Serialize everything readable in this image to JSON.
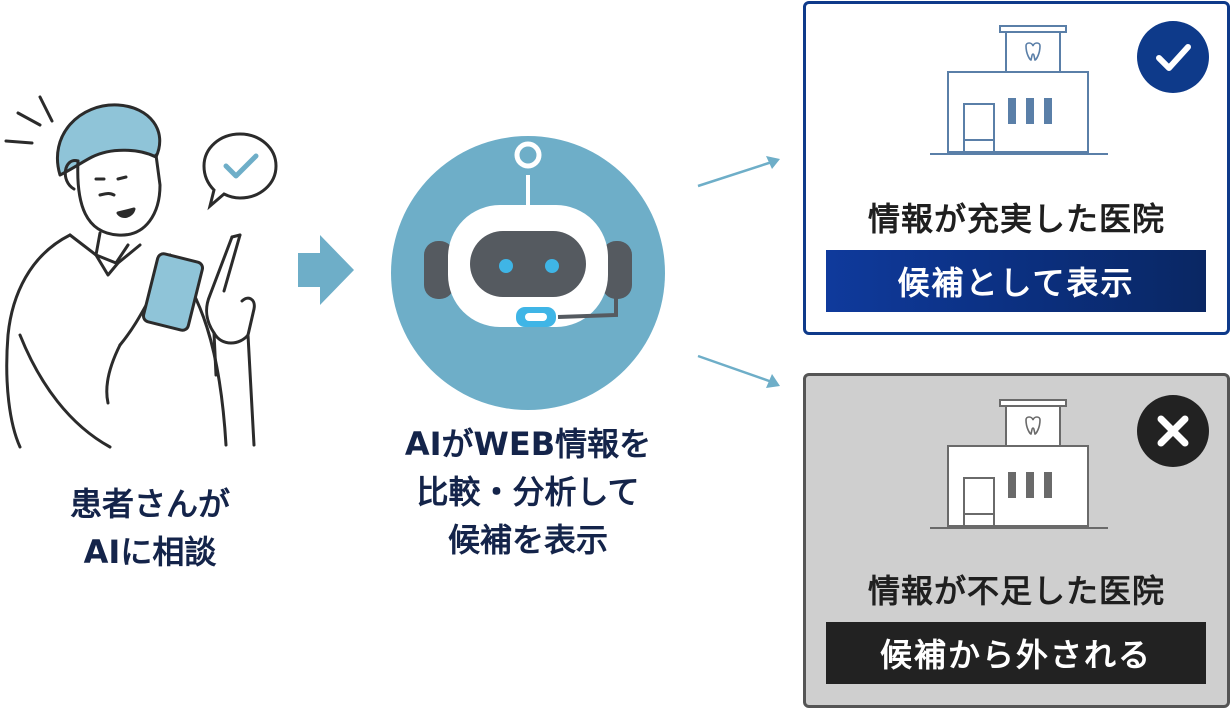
{
  "colors": {
    "navy_text": "#14244a",
    "accent_teal": "#6eaec8",
    "good_border": "#0e3a8a",
    "bad_border": "#555555",
    "bad_fill": "#cfcfcf",
    "banner_dark": "#222222"
  },
  "patient": {
    "caption_line1": "患者さんが",
    "caption_line2": "AIに相談"
  },
  "ai": {
    "caption_line1": "AIがWEB情報を",
    "caption_line2": "比較・分析して",
    "caption_line3": "候補を表示"
  },
  "result_good": {
    "title": "情報が充実した医院",
    "banner": "候補として表示",
    "badge_icon": "check-icon"
  },
  "result_bad": {
    "title": "情報が不足した医院",
    "banner": "候補から外される",
    "badge_icon": "x-icon"
  }
}
